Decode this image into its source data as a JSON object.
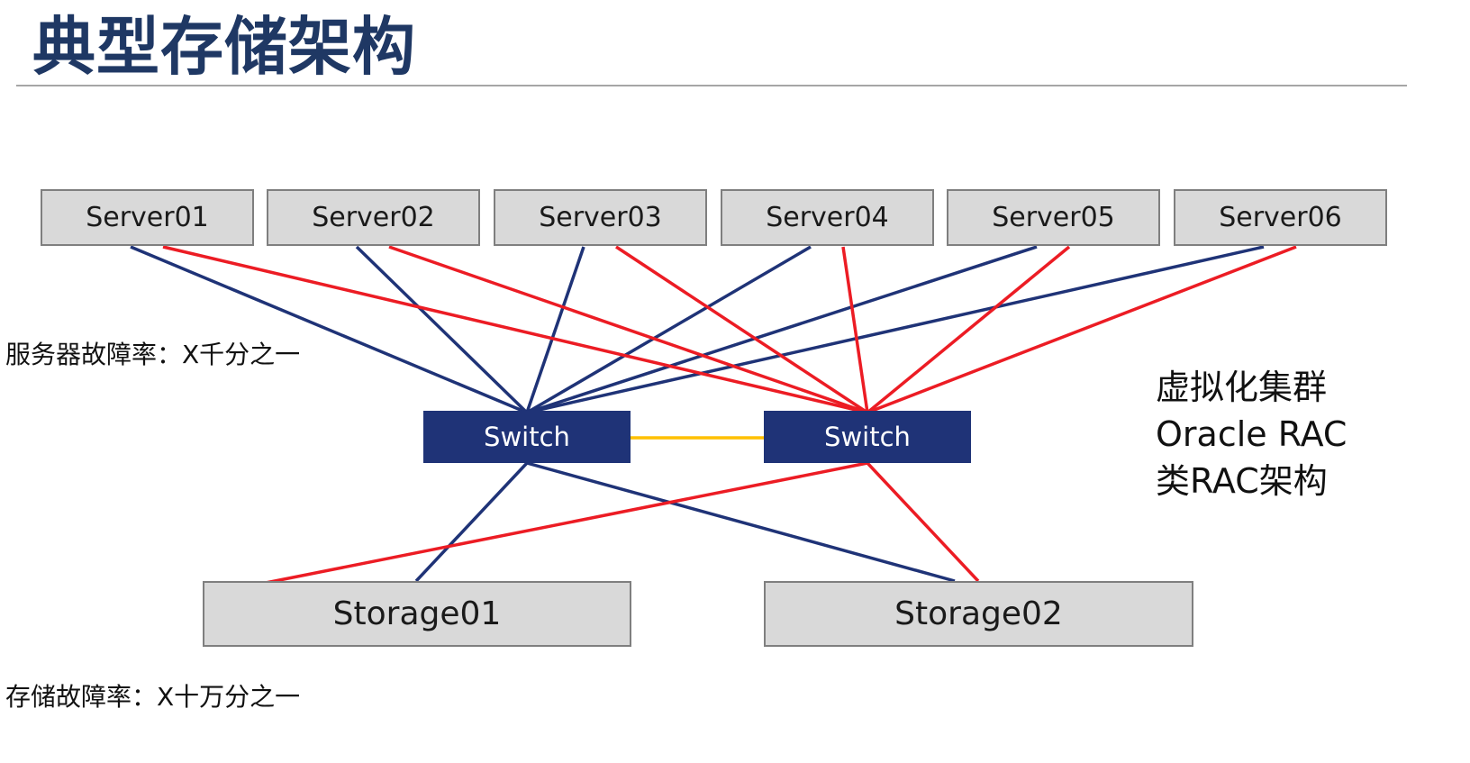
{
  "title": "典型存储架构",
  "notes": {
    "server_failure": "服务器故障率：X千分之一",
    "storage_failure": "存储故障率：X十万分之一"
  },
  "annotation": {
    "lines": [
      "虚拟化集群",
      "Oracle RAC",
      "类RAC架构"
    ]
  },
  "nodes": {
    "servers": [
      "Server01",
      "Server02",
      "Server03",
      "Server04",
      "Server05",
      "Server06"
    ],
    "switches": [
      "Switch",
      "Switch"
    ],
    "storages": [
      "Storage01",
      "Storage02"
    ]
  },
  "colors": {
    "title": "#1F3864",
    "node_fill": "#D9D9D9",
    "node_border": "#7F7F7F",
    "switch_fill": "#1F3377",
    "switch_text": "#FFFFFF",
    "link_navy": "#1F3377",
    "link_red": "#EC1C24",
    "link_orange": "#FFC000"
  },
  "edges": [
    {
      "from": "Server01-06",
      "to": "Switch (left)",
      "color": "#1F3377"
    },
    {
      "from": "Server01-06",
      "to": "Switch (right)",
      "color": "#EC1C24"
    },
    {
      "from": "Switch (left)",
      "to": "Switch (right)",
      "color": "#FFC000"
    },
    {
      "from": "Switch (left)",
      "to": "Storage01 / Storage02",
      "color": "#1F3377"
    },
    {
      "from": "Switch (right)",
      "to": "Storage01 / Storage02",
      "color": "#EC1C24"
    }
  ]
}
